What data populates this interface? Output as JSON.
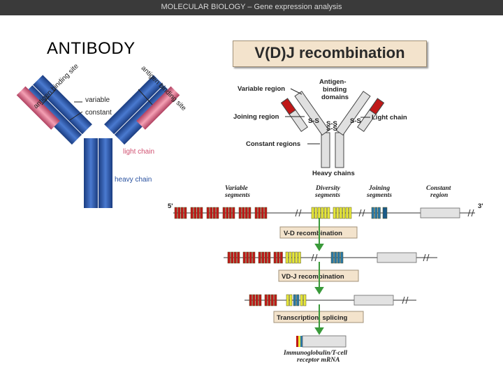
{
  "header": {
    "text": "MOLECULAR BIOLOGY – Gene expression analysis"
  },
  "slide_title": "ANTIBODY",
  "left_figure": {
    "labels": {
      "antigen_binding_site_left": "antigen binding site",
      "antigen_binding_site_right": "antigen binding site",
      "variable": "variable",
      "constant": "constant",
      "light_chain": "light chain",
      "heavy_chain": "heavy chain"
    },
    "colors": {
      "heavy": "#2a52a0",
      "light": "#e07088",
      "ink": "#222222",
      "light_label": "#d05070",
      "heavy_label": "#2a52a0"
    }
  },
  "vdj": {
    "title": "V(D)J recombination",
    "antibody_labels": {
      "variable_region": "Variable region",
      "antigen_binding_domains": [
        "Antigen-",
        "binding",
        "domains"
      ],
      "joining_region": "Joining region",
      "light_chain": "Light chain",
      "constant_regions": "Constant regions",
      "heavy_chains": "Heavy chains",
      "disulfide": "S-S"
    },
    "segment_headers": {
      "variable": [
        "Variable",
        "segments"
      ],
      "diversity": [
        "Diversity",
        "segments"
      ],
      "joining": [
        "Joining",
        "segments"
      ],
      "constant": [
        "Constant",
        "region"
      ]
    },
    "end_5": "5'",
    "end_3": "3'",
    "steps": [
      "V-D recombination",
      "VD-J recombination",
      "Transcription, splicing"
    ],
    "product": [
      "Immunoglobulin/T-cell",
      "receptor mRNA"
    ],
    "colors": {
      "v": "#c01818",
      "d": "#e8e838",
      "j": "#2878a8",
      "c": "#e2e2e2",
      "step_box": "#f3e3cc",
      "arrow": "#3a9a3a"
    }
  }
}
